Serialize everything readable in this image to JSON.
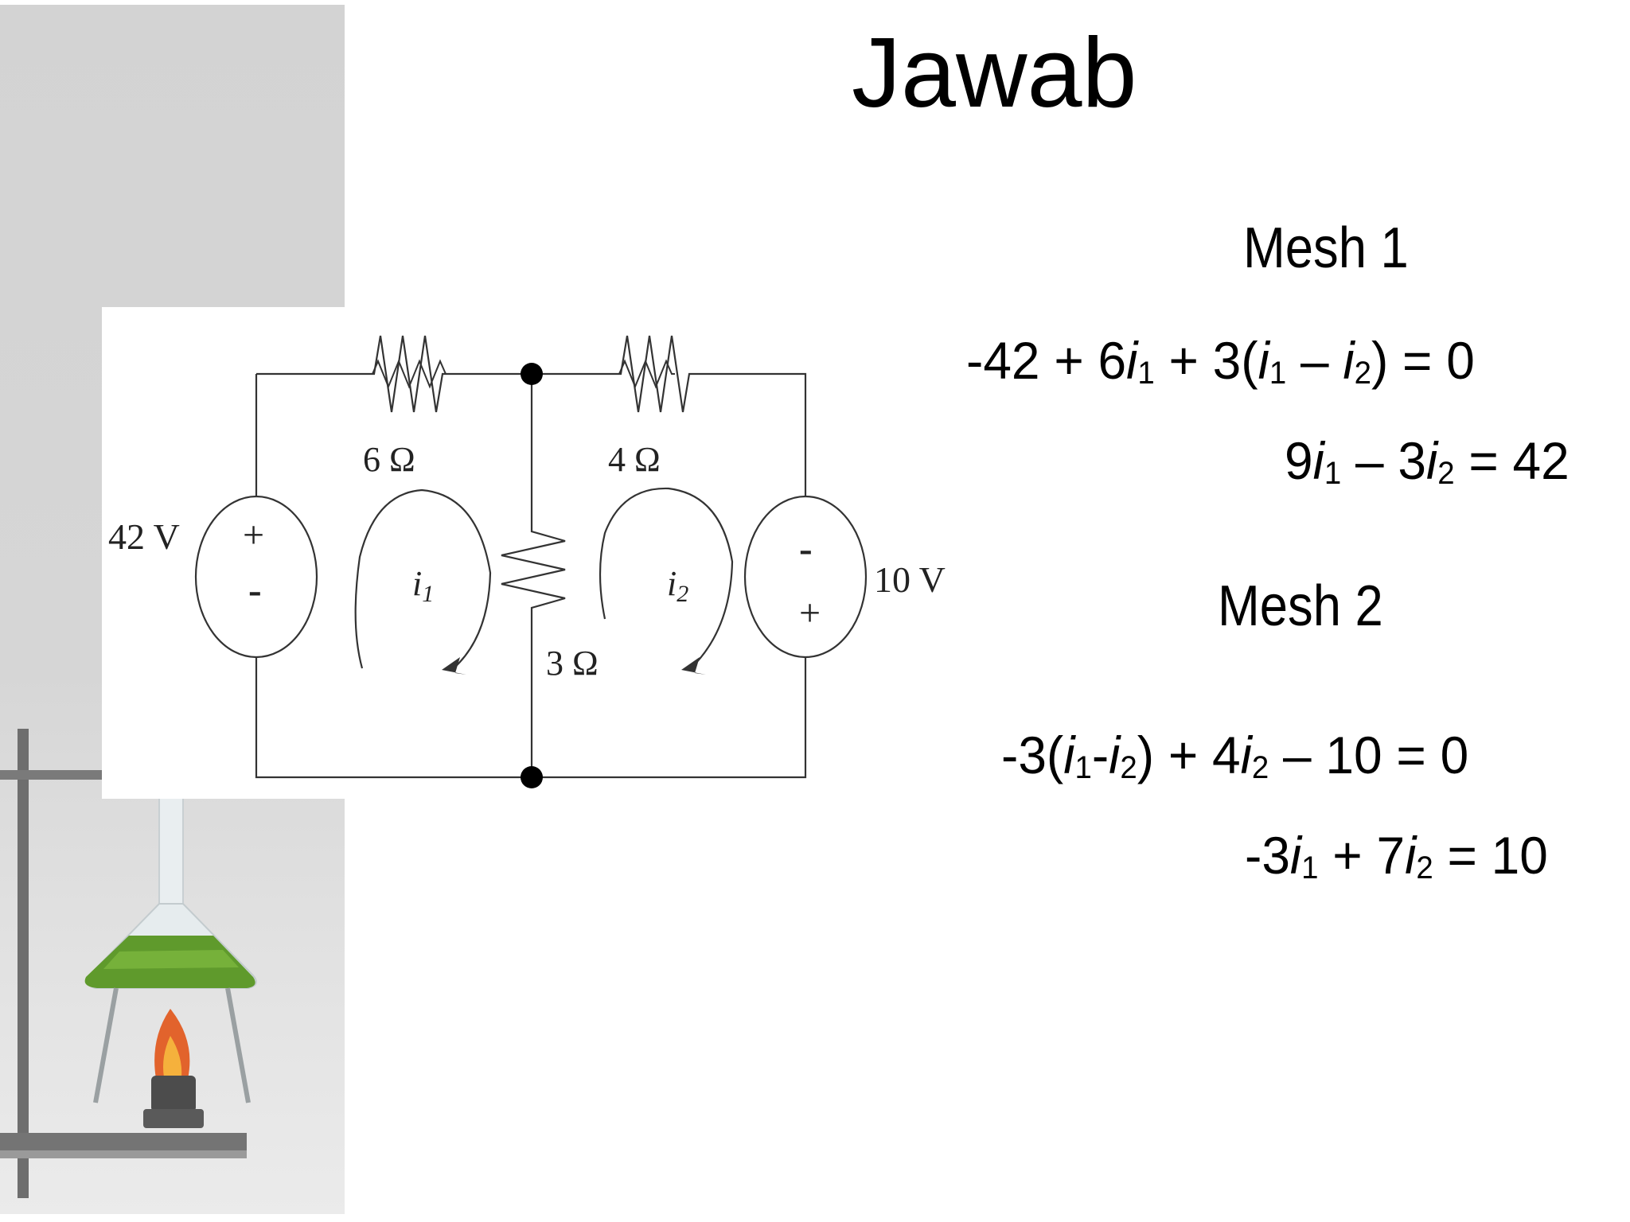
{
  "title": "Jawab",
  "circuit": {
    "source_left": {
      "label": "42 V",
      "plus": "+",
      "minus": "-"
    },
    "source_right": {
      "label": "10 V",
      "plus": "+",
      "minus": "-"
    },
    "resistor_top_left": "6 Ω",
    "resistor_top_right": "4 Ω",
    "resistor_middle": "3 Ω",
    "mesh_current_1": {
      "symbol": "i",
      "subscript": "1"
    },
    "mesh_current_2": {
      "symbol": "i",
      "subscript": "2"
    }
  },
  "mesh1": {
    "heading": "Mesh 1",
    "equation1": {
      "a": "-42 + 6",
      "i1": "i",
      "s1": "1",
      "b": " + 3(",
      "i2": "i",
      "s2": "1",
      "c": " – ",
      "i3": "i",
      "s3": "2",
      "d": ") = 0"
    },
    "equation2": {
      "a": "9",
      "i1": "i",
      "s1": "1",
      "b": " – 3",
      "i2": "i",
      "s2": "2",
      "c": " = 42"
    }
  },
  "mesh2": {
    "heading": "Mesh 2",
    "equation1": {
      "a": "-3(",
      "i1": "i",
      "s1": "1",
      "b": "-",
      "i2": "i",
      "s2": "2",
      "c": ") + 4",
      "i3": "i",
      "s3": "2",
      "d": " – 10 = 0"
    },
    "equation2": {
      "a": "-3",
      "i1": "i",
      "s1": "1",
      "b": " + 7",
      "i2": "i",
      "s2": "2",
      "c": " = 10"
    }
  }
}
